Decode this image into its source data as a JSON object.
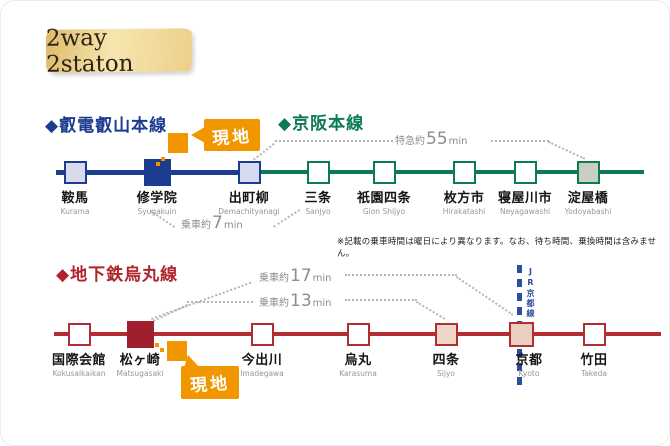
{
  "header": {
    "title": "2way 2staton"
  },
  "genchi": {
    "label": "現地"
  },
  "note": "※記載の乗車時間は曜日により異なります。なお、待ち時間、乗換時間は含みません。",
  "jr_label": "JR京都線",
  "colors": {
    "eizan_navy": "#1c3d8f",
    "keihan_green": "#0c7b52",
    "karasuma_red": "#b22c32",
    "site_orange": "#f29600",
    "jr_blue": "#2a4f9f",
    "badge_gold": "#eccf8a"
  },
  "eizan_line": {
    "name": "◆叡電叡山本線",
    "stations": [
      {
        "name": "鞍馬",
        "romaji": "Kurama"
      },
      {
        "name": "修学院",
        "romaji": "Syugakuin"
      },
      {
        "name": "出町柳",
        "romaji": "Demachityanagi"
      }
    ],
    "ride_time": {
      "prefix": "乗車約",
      "value": "7",
      "unit": "min"
    }
  },
  "keihan_line": {
    "name": "◆京阪本線",
    "stations": [
      {
        "name": "三条",
        "romaji": "Sanjyo"
      },
      {
        "name": "祇園四条",
        "romaji": "Gion Shijyo"
      },
      {
        "name": "枚方市",
        "romaji": "Hirakatashi"
      },
      {
        "name": "寝屋川市",
        "romaji": "Neyagawashi"
      },
      {
        "name": "淀屋橋",
        "romaji": "Yodoyabashi"
      }
    ],
    "express_time": {
      "prefix": "特急約",
      "value": "55",
      "unit": "min"
    }
  },
  "karasuma_line": {
    "name": "◆地下鉄烏丸線",
    "stations": [
      {
        "name": "国際会館",
        "romaji": "Kokusaikaikan"
      },
      {
        "name": "松ヶ崎",
        "romaji": "Matsugasaki"
      },
      {
        "name": "今出川",
        "romaji": "Imadegawa"
      },
      {
        "name": "烏丸",
        "romaji": "Karasuma"
      },
      {
        "name": "四条",
        "romaji": "Sijyo"
      },
      {
        "name": "京都",
        "romaji": "Kyoto"
      },
      {
        "name": "竹田",
        "romaji": "Takeda"
      }
    ],
    "ride_time_kyoto": {
      "prefix": "乗車約",
      "value": "17",
      "unit": "min"
    },
    "ride_time_shijo": {
      "prefix": "乗車約",
      "value": "13",
      "unit": "min"
    }
  }
}
